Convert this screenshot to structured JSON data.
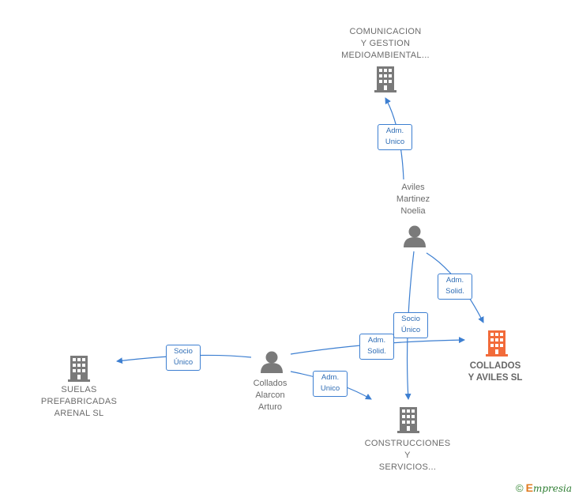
{
  "nodes": {
    "comunicacion": {
      "label": "COMUNICACION\nY GESTION\nMEDIOAMBIENTAL...",
      "icon": "building-icon",
      "color": "#7a7a7a"
    },
    "aviles": {
      "label": "Aviles\nMartinez\nNoelia",
      "icon": "person-icon",
      "color": "#7a7a7a"
    },
    "collados_aviles": {
      "label": "COLLADOS\nY AVILES  SL",
      "icon": "building-icon",
      "color": "#f26b3a"
    },
    "collados_alarcon": {
      "label": "Collados\nAlarcon\nArturo",
      "icon": "person-icon",
      "color": "#7a7a7a"
    },
    "suelas": {
      "label": "SUELAS\nPREFABRICADAS\nARENAL SL",
      "icon": "building-icon",
      "color": "#7a7a7a"
    },
    "construcciones": {
      "label": "CONSTRUCCIONES\nY\nSERVICIOS...",
      "icon": "building-icon",
      "color": "#7a7a7a"
    }
  },
  "edges": {
    "aviles_comunicacion": "Adm.\nUnico",
    "aviles_collados": "Adm.\nSolid.",
    "aviles_construcciones": "Socio\nÚnico",
    "alarcon_collados": "Adm.\nSolid.",
    "alarcon_suelas": "Socio\nÚnico",
    "alarcon_construcciones": "Adm.\nUnico"
  },
  "colors": {
    "edge": "#3d7fd1"
  },
  "footer": {
    "copyright": "©",
    "brand_initial": "E",
    "brand_rest": "mpresia"
  }
}
